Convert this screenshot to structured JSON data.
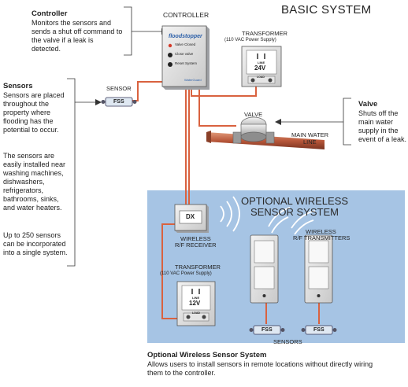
{
  "title": "BASIC SYSTEM",
  "controller": {
    "heading": "Controller",
    "description": "Monitors the sensors and sends a shut off command to the valve if a leak is detected.",
    "label": "CONTROLLER",
    "brand": "floodstopper",
    "buttons": [
      "Valve Closed",
      "Close valve",
      "Reset System"
    ],
    "footer_brand": "WaterGuard"
  },
  "transformer_top": {
    "label": "TRANSFORMER",
    "sublabel": "(110 VAC Power Supply)",
    "line_label": "LINE",
    "voltage": "24V",
    "load_label": "LOAD"
  },
  "sensor": {
    "heading": "Sensors",
    "description_1": "Sensors are placed throughout the property where flooding has the potential to occur.",
    "description_2": "The sensors are easily installed near washing machines, dishwashers, refrigerators, bathrooms, sinks, and water heaters.",
    "description_3": "Up to 250 sensors can be incorporated into a single system.",
    "label": "SENSOR",
    "tag": "FSS"
  },
  "valve": {
    "label": "VALVE",
    "heading": "Valve",
    "description": "Shuts off the main water supply in the event of a leak.",
    "pipe_label_1": "MAIN WATER",
    "pipe_label_2": "LINE"
  },
  "wireless": {
    "title_1": "OPTIONAL WIRELESS",
    "title_2": "SENSOR SYSTEM",
    "receiver_tag": "DX",
    "receiver_label_1": "WIRELESS",
    "receiver_label_2": "R/F RECEIVER",
    "transmitters_label_1": "WIRELESS",
    "transmitters_label_2": "R/F TRANSMITTERS",
    "transformer_label": "TRANSFORMER",
    "transformer_sublabel": "(110 VAC Power Supply)",
    "transformer_line": "LINE",
    "transformer_voltage": "12V",
    "transformer_load": "LOAD",
    "sensor_tag_1": "FSS",
    "sensor_tag_2": "FSS",
    "sensors_label": "SENSORS"
  },
  "caption": {
    "heading": "Optional Wireless Sensor System",
    "text": "Allows users to install sensors in remote locations without directly wiring them to the controller."
  },
  "colors": {
    "wire": "#d9623f",
    "panel": "#a6c4e4",
    "pipe": "#b8573a"
  }
}
